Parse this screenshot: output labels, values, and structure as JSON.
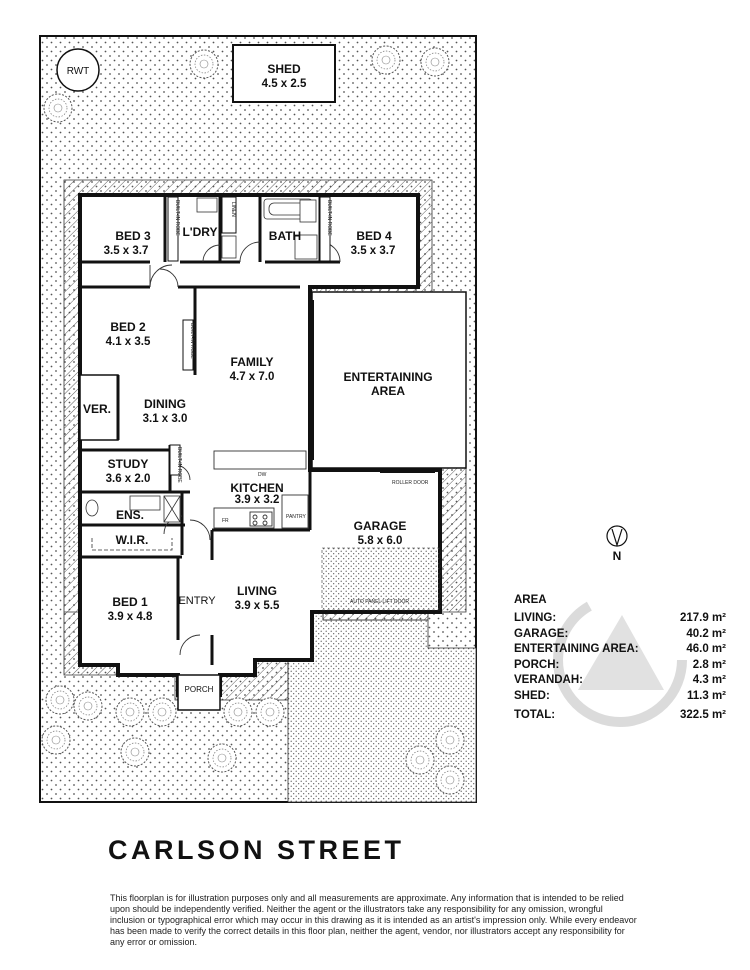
{
  "rooms": {
    "shed": {
      "name": "SHED",
      "dims": "4.5 x 2.5"
    },
    "bed3": {
      "name": "BED 3",
      "dims": "3.5 x 3.7"
    },
    "laundry": {
      "name": "L'DRY"
    },
    "bath": {
      "name": "BATH"
    },
    "bed4": {
      "name": "BED 4",
      "dims": "3.5 x 3.7"
    },
    "bed2": {
      "name": "BED 2",
      "dims": "4.1 x 3.5"
    },
    "family": {
      "name": "FAMILY",
      "dims": "4.7 x 7.0"
    },
    "entertaining": {
      "name": "ENTERTAINING",
      "name2": "AREA"
    },
    "verandah": {
      "name": "VER."
    },
    "dining": {
      "name": "DINING",
      "dims": "3.1 x 3.0"
    },
    "study": {
      "name": "STUDY",
      "dims": "3.6 x 2.0"
    },
    "kitchen": {
      "name": "KITCHEN",
      "dims": "3.9 x 3.2"
    },
    "garage": {
      "name": "GARAGE",
      "dims": "5.8 x 6.0"
    },
    "ensuite": {
      "name": "ENS."
    },
    "wir": {
      "name": "W.I.R."
    },
    "bed1": {
      "name": "BED 1",
      "dims": "3.9 x 4.8"
    },
    "entry": {
      "name": "ENTRY"
    },
    "living": {
      "name": "LIVING",
      "dims": "3.9 x 5.5"
    },
    "porch": {
      "name": "PORCH"
    }
  },
  "labels": {
    "rwt": "RWT",
    "built_in_robe": "BUILT-IN ROBE",
    "linen": "LINEN",
    "roller_door": "ROLLER DOOR",
    "auto_door": "AUTO PANEL LIFT DOOR",
    "dw": "DW",
    "fr": "FR",
    "pantry": "PANTRY",
    "built_in_robe_short": "BUILT-IN ROBE"
  },
  "compass": {
    "label": "N"
  },
  "area_schedule": {
    "title": "AREA",
    "rows": [
      {
        "label": "LIVING:",
        "value": "217.9 m²"
      },
      {
        "label": "GARAGE:",
        "value": "40.2 m²"
      },
      {
        "label": "ENTERTAINING AREA:",
        "value": "46.0 m²"
      },
      {
        "label": "PORCH:",
        "value": "2.8 m²"
      },
      {
        "label": "VERANDAH:",
        "value": "4.3 m²"
      },
      {
        "label": "SHED:",
        "value": "11.3 m²"
      }
    ],
    "total_label": "TOTAL:",
    "total_value": "322.5 m²"
  },
  "street": "CARLSON STREET",
  "disclaimer": "This floorplan is for illustration purposes only and all measurements are approximate. Any information that is intended to be relied upon should be independently verified. Neither the agent or the illustrators take any responsibility for any omission, wrongful inclusion or typographical error which may occur in this drawing as it is intended as an artist's impression only. While every endeavor has been made to verify the correct details in this floor plan, neither the agent, vendor, nor illustrators accept any responsibility for any error or omission."
}
